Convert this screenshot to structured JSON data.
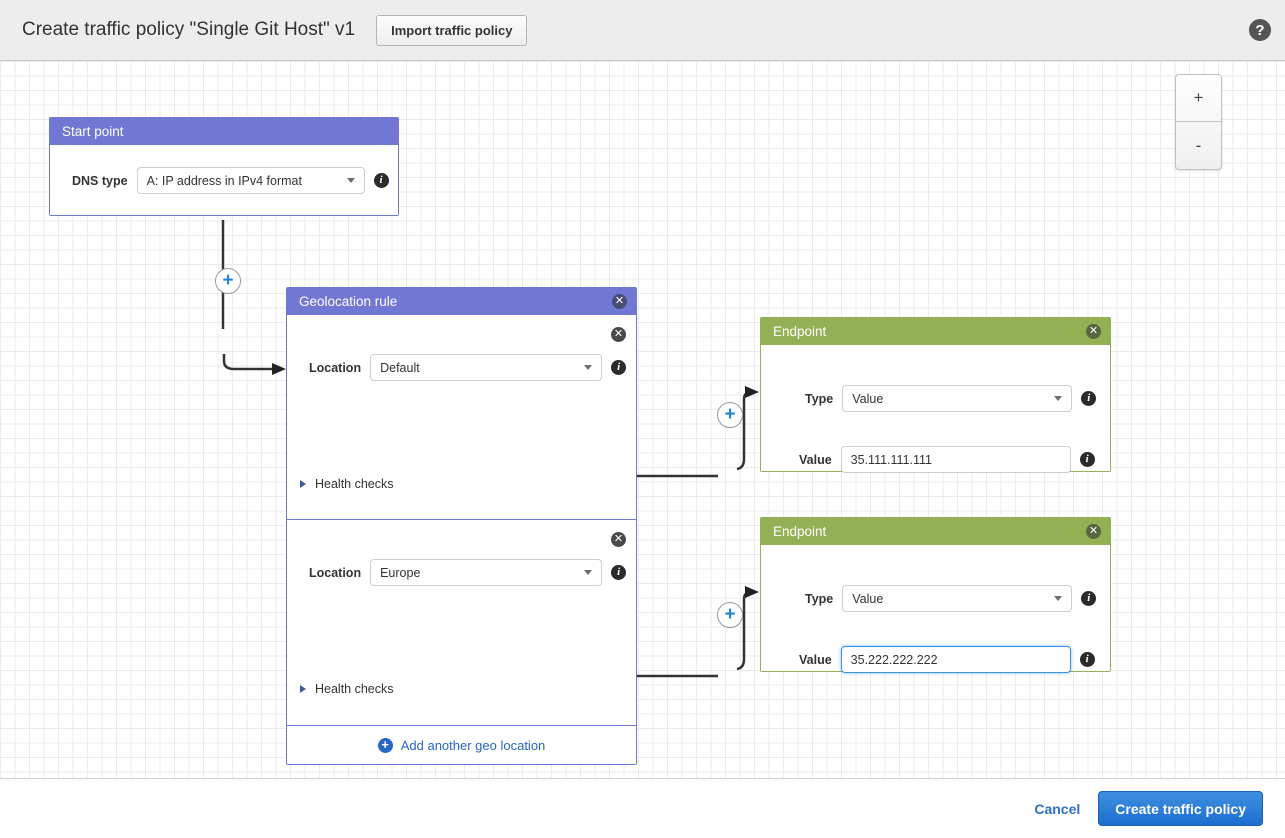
{
  "header": {
    "title": "Create traffic policy \"Single Git Host\" v1",
    "import_button": "Import traffic policy",
    "help_icon": "?"
  },
  "zoom_controls": {
    "zoom_in": "+",
    "zoom_out": "-"
  },
  "colors": {
    "rule_header": "#7178d4",
    "endpoint_header": "#94b054",
    "accent_blue": "#2666c4",
    "focus_blue": "#3c93e8",
    "primary_button": "#1d6fd0"
  },
  "icons": {
    "close": "✕",
    "info": "i",
    "plus": "+"
  },
  "start_point": {
    "title": "Start point",
    "dns_type_label": "DNS type",
    "dns_type_value": "A: IP address in IPv4 format"
  },
  "geolocation_rule": {
    "title": "Geolocation rule",
    "add_location_label": "Add another geo location",
    "locations": [
      {
        "label": "Location",
        "value": "Default",
        "health_checks_label": "Health checks"
      },
      {
        "label": "Location",
        "value": "Europe",
        "health_checks_label": "Health checks"
      }
    ]
  },
  "endpoints": [
    {
      "title": "Endpoint",
      "type_label": "Type",
      "type_value": "Value",
      "value_label": "Value",
      "value": "35.111.111.111",
      "focused": false
    },
    {
      "title": "Endpoint",
      "type_label": "Type",
      "type_value": "Value",
      "value_label": "Value",
      "value": "35.222.222.222",
      "focused": true
    }
  ],
  "footer": {
    "cancel_label": "Cancel",
    "submit_label": "Create traffic policy"
  }
}
